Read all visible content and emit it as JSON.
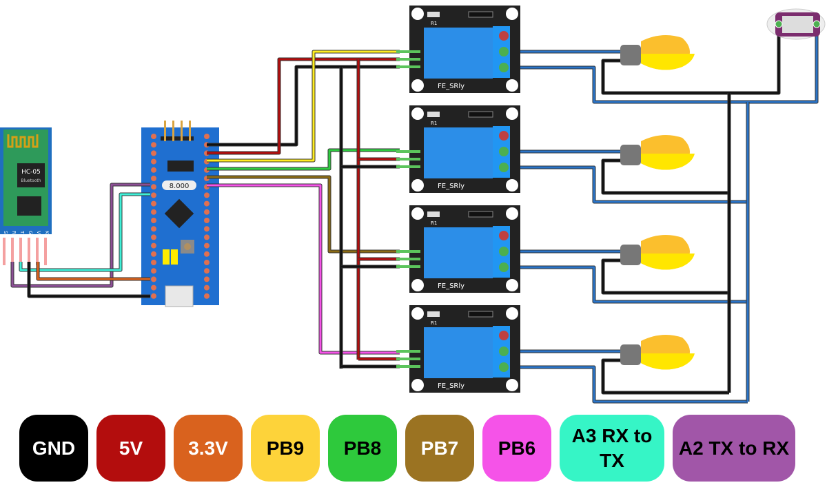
{
  "bluetooth_module": {
    "name": "HC-05",
    "subtitle": "Bluetooth",
    "pins": [
      "State",
      "RXD",
      "TXD",
      "GND",
      "VCC",
      "Key"
    ]
  },
  "microcontroller": {
    "crystal_label": "8.000"
  },
  "relays": [
    {
      "label": "FE_SRly",
      "resistor": "R1"
    },
    {
      "label": "FE_SRly",
      "resistor": "R1"
    },
    {
      "label": "FE_SRly",
      "resistor": "R1"
    },
    {
      "label": "FE_SRly",
      "resistor": "R1"
    }
  ],
  "legend": [
    {
      "label": "GND",
      "color": "#000000",
      "text_color": "#ffffff"
    },
    {
      "label": "5V",
      "color": "#b30d0d",
      "text_color": "#ffffff"
    },
    {
      "label": "3.3V",
      "color": "#d9621e",
      "text_color": "#ffffff"
    },
    {
      "label": "PB9",
      "color": "#fdd33a",
      "text_color": "#000000"
    },
    {
      "label": "PB8",
      "color": "#2ec93c",
      "text_color": "#000000"
    },
    {
      "label": "PB7",
      "color": "#9b7322",
      "text_color": "#ffffff"
    },
    {
      "label": "PB6",
      "color": "#f553e8",
      "text_color": "#000000"
    },
    {
      "label": "A3 RX to TX",
      "color": "#36f5c6",
      "text_color": "#000000"
    },
    {
      "label": "A2 TX to RX",
      "color": "#a156a8",
      "text_color": "#000000"
    }
  ]
}
